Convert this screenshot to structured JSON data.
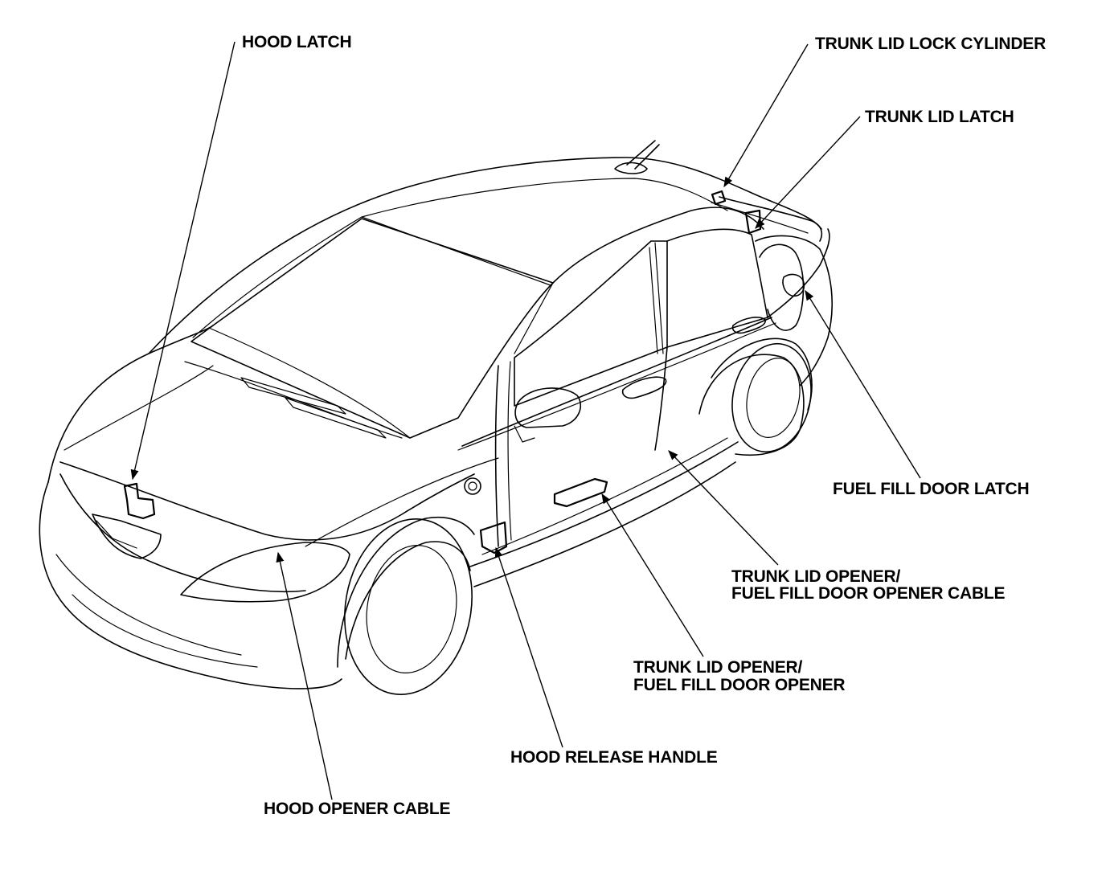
{
  "callouts": {
    "hood_latch": "HOOD LATCH",
    "trunk_lid_lock_cylinder": "TRUNK LID LOCK CYLINDER",
    "trunk_lid_latch": "TRUNK LID LATCH",
    "fuel_fill_door_latch": "FUEL FILL DOOR LATCH",
    "trunk_opener_cable_line1": "TRUNK LID OPENER/",
    "trunk_opener_cable_line2": "FUEL FILL DOOR OPENER CABLE",
    "trunk_opener_line1": "TRUNK LID OPENER/",
    "trunk_opener_line2": "FUEL FILL DOOR OPENER",
    "hood_release_handle": "HOOD RELEASE HANDLE",
    "hood_opener_cable": "HOOD OPENER CABLE"
  }
}
